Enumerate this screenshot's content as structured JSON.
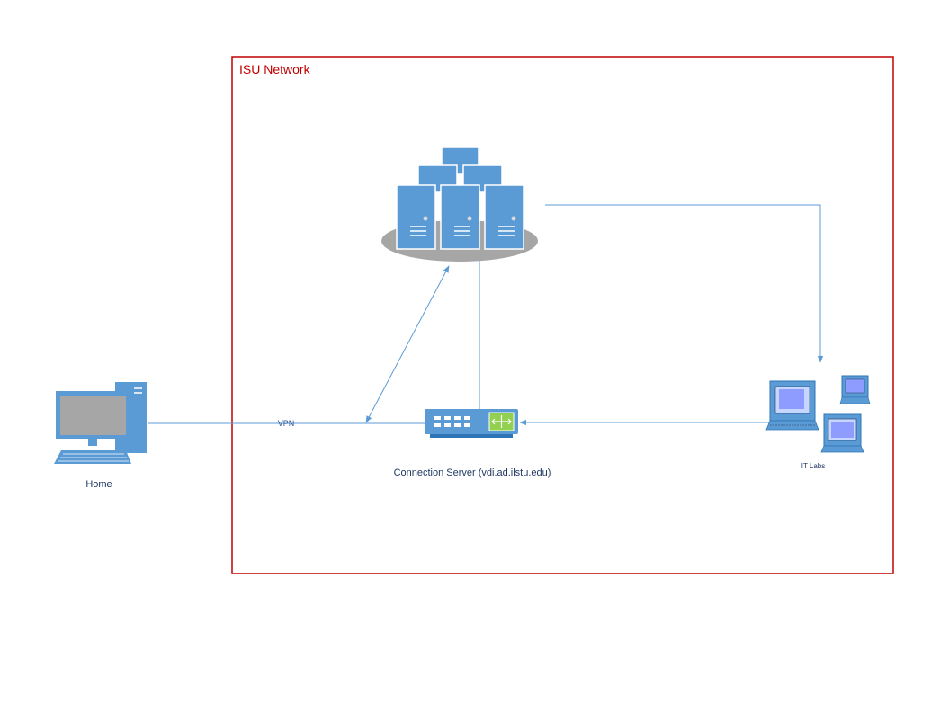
{
  "network_box": {
    "label": "ISU Network",
    "color": "#c00000"
  },
  "nodes": {
    "home": {
      "label": "Home"
    },
    "connection_server": {
      "label": "Connection Server (vdi.ad.ilstu.edu)"
    },
    "it_labs": {
      "label": "IT Labs"
    },
    "server_farm": {
      "label": ""
    }
  },
  "links": {
    "vpn": {
      "label": "VPN"
    }
  },
  "colors": {
    "icon_blue": "#5b9bd5",
    "icon_dark": "#2e75b6",
    "line": "#5b9bd5",
    "base_gray": "#a6a6a6",
    "router_green": "#92d050"
  }
}
